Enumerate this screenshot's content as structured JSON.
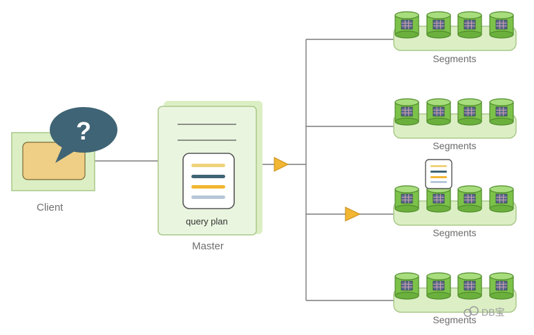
{
  "client": {
    "label": "Client",
    "bubble_text": "?"
  },
  "master": {
    "label": "Master",
    "plan_label": "query plan"
  },
  "segments": [
    {
      "label": "Segments"
    },
    {
      "label": "Segments"
    },
    {
      "label": "Segments"
    },
    {
      "label": "Segments"
    }
  ],
  "watermark": {
    "text": "DB宝"
  },
  "colors": {
    "panel_green": "#dcefc4",
    "panel_stroke": "#a9c98a",
    "disk_green": "#7cc24a",
    "disk_dark": "#4f8a2b",
    "arrow_yellow": "#f2b632",
    "bubble": "#3f6475",
    "screen_fill": "#efcf85",
    "line": "#7a7a7a"
  },
  "icons": [
    "monitor-icon",
    "question-bubble-icon",
    "document-icon",
    "query-plan-icon",
    "arrow-icon",
    "database-disk-icon",
    "watermark-logo-icon"
  ]
}
